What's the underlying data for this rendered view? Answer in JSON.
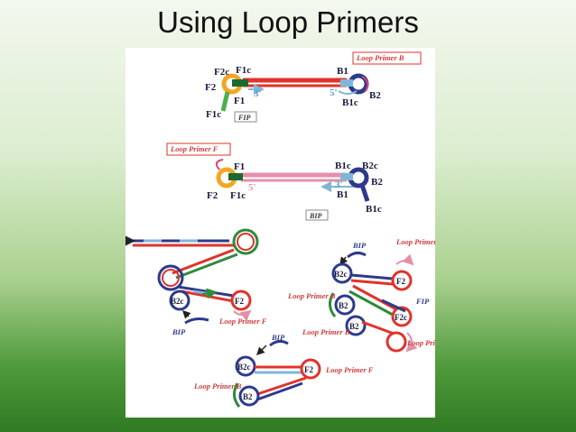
{
  "slide": {
    "title": "Using Loop Primers",
    "accent_red": "#e0332b",
    "accent_blue": "#2d3a8c",
    "accent_pink": "#e58fa8",
    "accent_green": "#2e8b3a"
  },
  "diagram": {
    "top": {
      "f2c": "F2c",
      "f1c": "F1c",
      "f2": "F2",
      "f1": "F1",
      "three_prime": "3'",
      "f1c_bottom": "F1c",
      "fip": "FIP",
      "b1": "B1",
      "loop_primer_b": "Loop Primer B",
      "five_prime": "5'",
      "b1c": "B1c",
      "b2": "B2"
    },
    "middle": {
      "loop_primer_f": "Loop Primer F",
      "f1": "F1",
      "f2": "F2",
      "f1c": "F1c",
      "five_prime": "5'",
      "b1c": "B1c",
      "b2c": "B2c",
      "b2": "B2",
      "three_prime": "3'",
      "b1": "B1",
      "b1c_bottom": "B1c",
      "bip": "BIP"
    },
    "bottom_left": {
      "b2c": "B2c",
      "f2": "F2",
      "bip": "BIP",
      "loop_primer_f": "Loop Primer F"
    },
    "bottom_right": {
      "bip": "BIP",
      "loop_primer_f": "Loop Primer F",
      "b2c": "B2c",
      "f2": "F2",
      "loop_primer_b": "Loop Primer B",
      "b2": "B2",
      "fip": "FIP",
      "f2c": "F2c",
      "b2_lower": "B2",
      "loop_primer_b_2": "Loop Primer B",
      "loop_primer_f_2": "Loop Primer F"
    },
    "bottom_center": {
      "bip": "BIP",
      "b2c": "B2c",
      "f2": "F2",
      "loop_primer_f": "Loop Primer F",
      "loop_primer_b": "Loop Primer B",
      "b2": "B2"
    }
  }
}
